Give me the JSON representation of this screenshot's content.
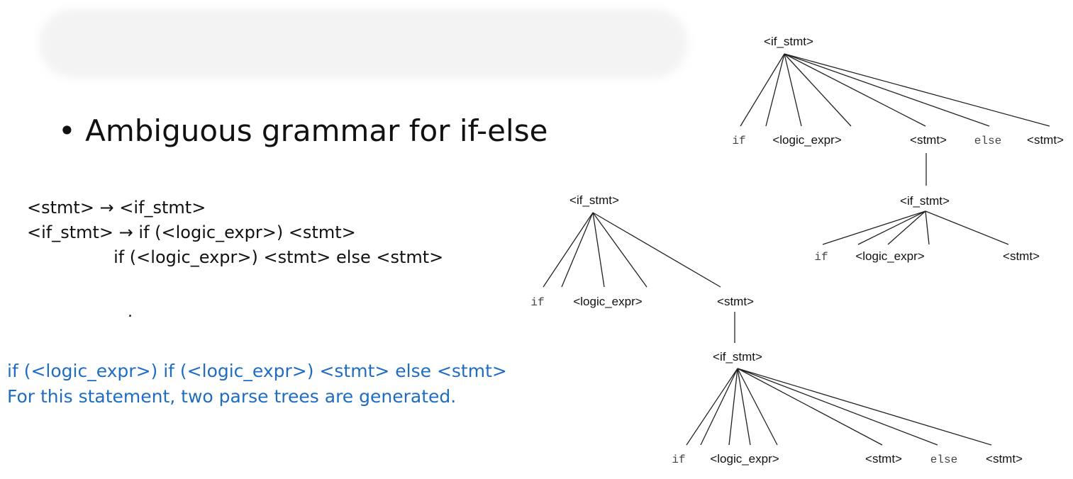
{
  "slide": {
    "bullet": "• Ambiguous grammar for if-else",
    "grammar": [
      "<stmt> → <if_stmt>",
      "<if_stmt> → if (<logic_expr>) <stmt>",
      "                if (<logic_expr>) <stmt> else <stmt>"
    ],
    "dot": ".",
    "note": [
      "if (<logic_expr>) if (<logic_expr>) <stmt> else <stmt>",
      "For this statement, two parse trees are generated."
    ],
    "colors": {
      "note": "#1f6dc2",
      "text": "#111111"
    }
  },
  "trees": {
    "tree1": {
      "root": "<if_stmt>",
      "children": [
        "if",
        "<logic_expr>",
        "<stmt>",
        "else",
        "<stmt>"
      ],
      "sub_root": "<if_stmt>",
      "sub_children": [
        "if",
        "<logic_expr>",
        "<stmt>"
      ]
    },
    "tree2": {
      "root": "<if_stmt>",
      "children": [
        "if",
        "<logic_expr>",
        "<stmt>"
      ],
      "sub_root": "<if_stmt>",
      "sub_children": [
        "if",
        "<logic_expr>",
        "<stmt>",
        "else",
        "<stmt>"
      ]
    }
  }
}
